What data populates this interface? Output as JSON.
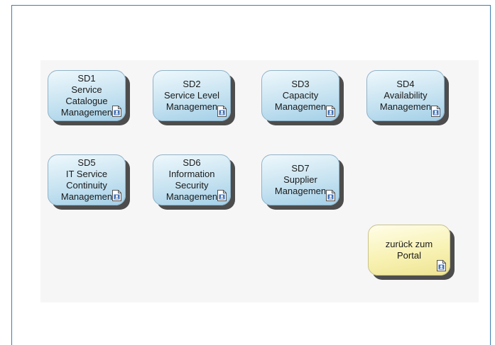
{
  "nodes": [
    {
      "id": "sd1",
      "label": "SD1\nService\nCatalogue\nManagemen"
    },
    {
      "id": "sd2",
      "label": "SD2\nService Level\nManagemen"
    },
    {
      "id": "sd3",
      "label": "SD3\nCapacity\nManagemen"
    },
    {
      "id": "sd4",
      "label": "SD4\nAvailability\nManagemen"
    },
    {
      "id": "sd5",
      "label": "SD5\nIT Service\nContinuity\nManagemen"
    },
    {
      "id": "sd6",
      "label": "SD6\nInformation\nSecurity\nManagemen"
    },
    {
      "id": "sd7",
      "label": "SD7\nSupplier\nManagemen"
    },
    {
      "id": "portal",
      "label": "zurück zum\nPortal"
    }
  ],
  "colors": {
    "node_fill": "#c7e3f1",
    "portal_fill": "#f8f2b4",
    "frame_border": "#3c7fb1",
    "shadow": "#4d4d4d"
  },
  "icons": {
    "link_icon": "document-link-icon"
  }
}
